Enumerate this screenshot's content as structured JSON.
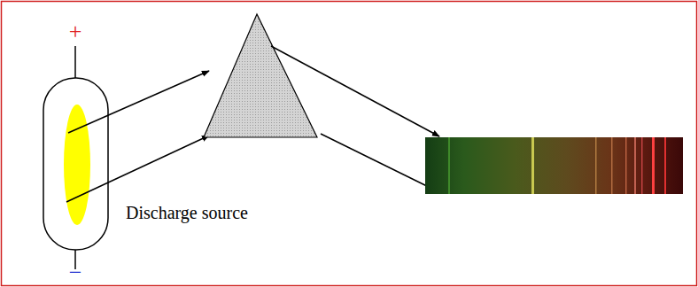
{
  "diagram": {
    "labels": [
      "+",
      "−",
      "Discharge source"
    ]
  }
}
